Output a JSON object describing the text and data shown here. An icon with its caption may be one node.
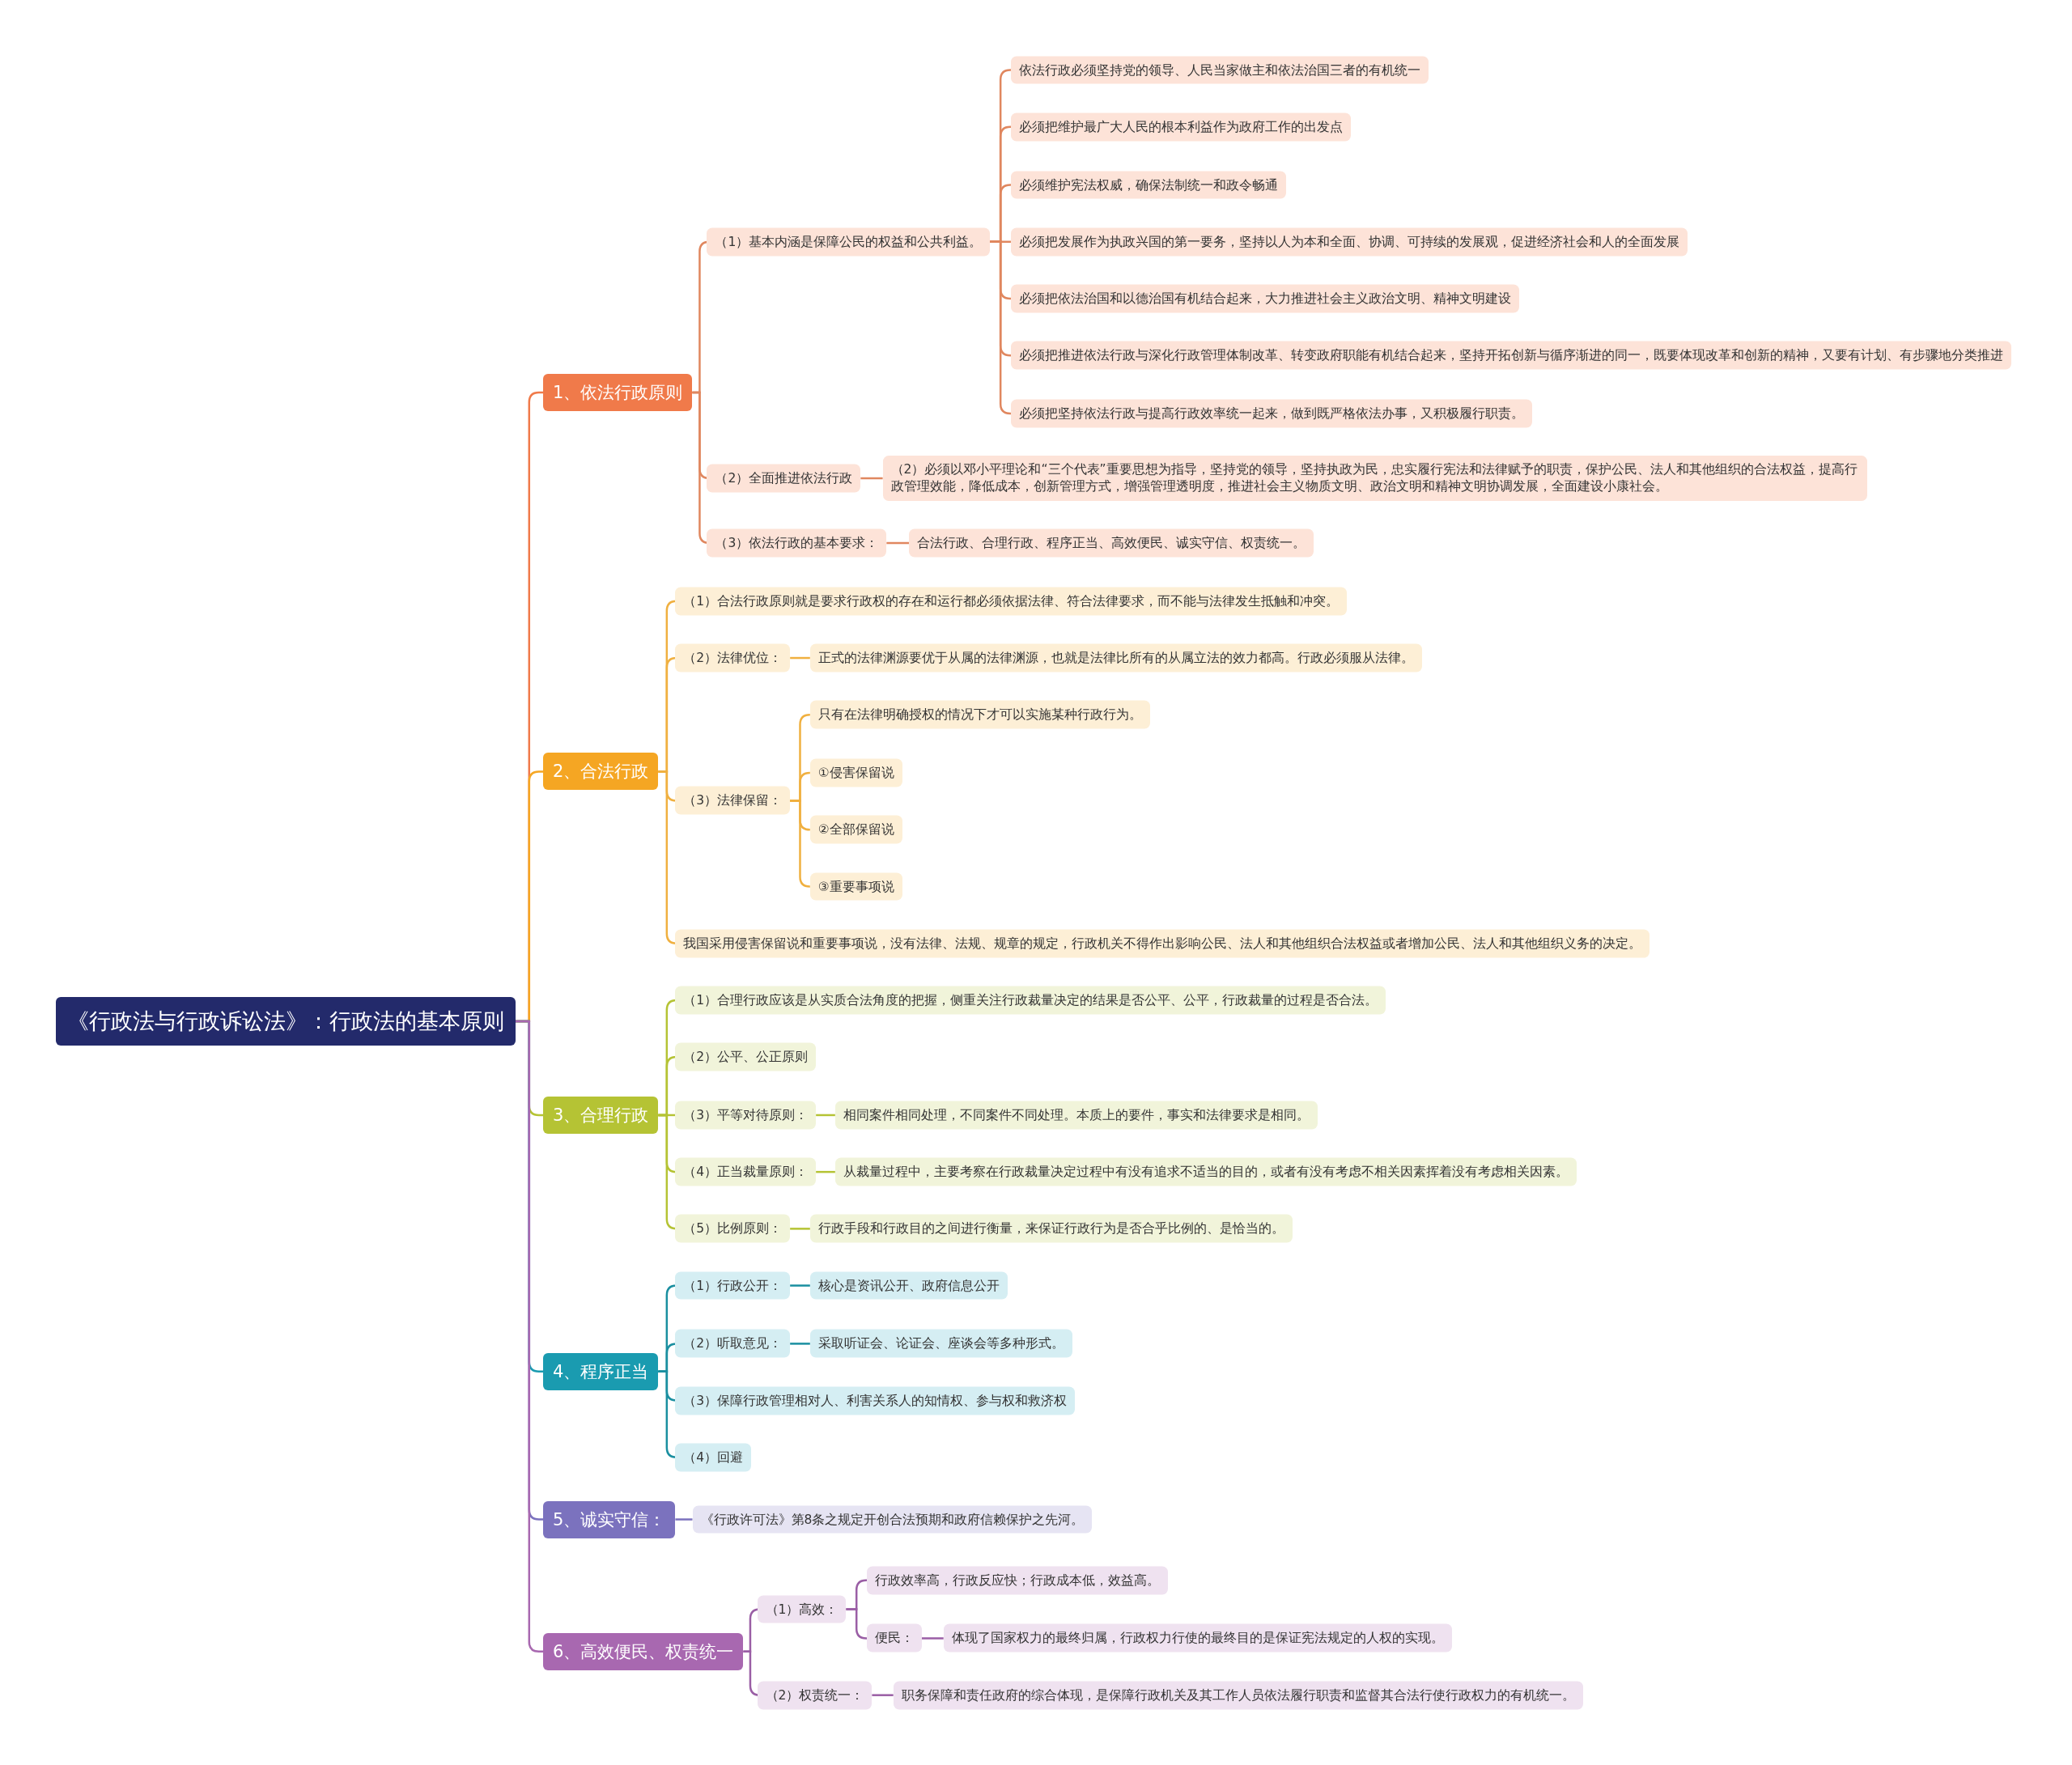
{
  "diagram": {
    "nodes": [
      {
        "text": [
          "《行政法与行政诉讼法》：行政法的基本原则"
        ]
      },
      {
        "text": [
          "1、依法行政原则"
        ]
      },
      {
        "text": [
          "（1）基本内涵是保障公民的权益和公共利益。"
        ]
      },
      {
        "text": [
          "依法行政必须坚持党的领导、人民当家做主和依法治国三者的有机统一"
        ]
      },
      {
        "text": [
          "必须把维护最广大人民的根本利益作为政府工作的出发点"
        ]
      },
      {
        "text": [
          "必须维护宪法权威，确保法制统一和政令畅通"
        ]
      },
      {
        "text": [
          "必须把发展作为执政兴国的第一要务，坚持以人为本和全面、协调、可持续的发展观，促进经济社会和人的全面发展"
        ]
      },
      {
        "text": [
          "必须把依法治国和以德治国有机结合起来，大力推进社会主义政治文明、精神文明建设"
        ]
      },
      {
        "text": [
          "必须把推进依法行政与深化行政管理体制改革、转变政府职能有机结合起来，坚持开拓创新与循序渐进的同一，既要体现改革和创新的精神，又要有计划、有步骤地分类推进"
        ]
      },
      {
        "text": [
          "必须把坚持依法行政与提高行政效率统一起来，做到既严格依法办事，又积极履行职责。"
        ]
      },
      {
        "text": [
          "（2）全面推进依法行政"
        ]
      },
      {
        "text": [
          "（2）必须以邓小平理论和“三个代表”重要思想为指导，坚持党的领导，坚持执政为民，忠实履行宪法和法律赋予的职责，保护公民、法人和其他组织的合法权益，提高行政管理效能，降低成本，创新管理方式，增强管理透明度，推进社会主义物质文明、政治文明和精神文明协调发展，全面建设小康社会。"
        ]
      },
      {
        "text": [
          "（3）依法行政的基本要求："
        ]
      },
      {
        "text": [
          "合法行政、合理行政、程序正当、高效便民、诚实守信、权责统一。"
        ]
      },
      {
        "text": [
          "2、合法行政"
        ]
      },
      {
        "text": [
          "（1）合法行政原则就是要求行政权的存在和运行都必须依据法律、符合法律要求，而不能与法律发生抵触和冲突。"
        ]
      },
      {
        "text": [
          "（2）法律优位："
        ]
      },
      {
        "text": [
          "正式的法律渊源要优于从属的法律渊源，也就是法律比所有的从属立法的效力都高。行政必须服从法律。"
        ]
      },
      {
        "text": [
          "（3）法律保留："
        ]
      },
      {
        "text": [
          "只有在法律明确授权的情况下才可以实施某种行政行为。"
        ]
      },
      {
        "text": [
          "①侵害保留说"
        ]
      },
      {
        "text": [
          "②全部保留说"
        ]
      },
      {
        "text": [
          "③重要事项说"
        ]
      },
      {
        "text": [
          "我国采用侵害保留说和重要事项说，没有法律、法规、规章的规定，行政机关不得作出影响公民、法人和其他组织合法权益或者增加公民、法人和其他组织义务的决定。"
        ]
      },
      {
        "text": [
          "3、合理行政"
        ]
      },
      {
        "text": [
          "（1）合理行政应该是从实质合法角度的把握，侧重关注行政裁量决定的结果是否公平、公平，行政裁量的过程是否合法。"
        ]
      },
      {
        "text": [
          "（2）公平、公正原则"
        ]
      },
      {
        "text": [
          "（3）平等对待原则："
        ]
      },
      {
        "text": [
          "相同案件相同处理，不同案件不同处理。本质上的要件，事实和法律要求是相同。"
        ]
      },
      {
        "text": [
          "（4）正当裁量原则："
        ]
      },
      {
        "text": [
          "从裁量过程中，主要考察在行政裁量决定过程中有没有追求不适当的目的，或者有没有考虑不相关因素挥着没有考虑相关因素。"
        ]
      },
      {
        "text": [
          "（5）比例原则："
        ]
      },
      {
        "text": [
          "行政手段和行政目的之间进行衡量，来保证行政行为是否合乎比例的、是恰当的。"
        ]
      },
      {
        "text": [
          "4、程序正当"
        ]
      },
      {
        "text": [
          "（1）行政公开："
        ]
      },
      {
        "text": [
          "核心是资讯公开、政府信息公开"
        ]
      },
      {
        "text": [
          "（2）听取意见："
        ]
      },
      {
        "text": [
          "采取听证会、论证会、座谈会等多种形式。"
        ]
      },
      {
        "text": [
          "（3）保障行政管理相对人、利害关系人的知情权、参与权和救济权"
        ]
      },
      {
        "text": [
          "（4）回避"
        ]
      },
      {
        "text": [
          "5、诚实守信："
        ]
      },
      {
        "text": [
          "《行政许可法》第8条之规定开创合法预期和政府信赖保护之先河。"
        ]
      },
      {
        "text": [
          "6、高效便民、权责统一"
        ]
      },
      {
        "text": [
          "（1）高效："
        ]
      },
      {
        "text": [
          "行政效率高，行政反应快；行政成本低，效益高。"
        ]
      },
      {
        "text": [
          "便民："
        ]
      },
      {
        "text": [
          "体现了国家权力的最终归属，行政权力行使的最终目的是保证宪法规定的人权的实现。"
        ]
      },
      {
        "text": [
          "（2）权责统一："
        ]
      },
      {
        "text": [
          "职务保障和责任政府的综合体现，是保障行政机关及其工作人员依法履行职责和监督其合法行使行政权力的有机统一。"
        ]
      }
    ],
    "edges": [
      {
        "from": 0,
        "to": 1,
        "arrow": "none",
        "color": "#f07a4a"
      },
      {
        "from": 0,
        "to": 14,
        "arrow": "none",
        "color": "#f5a623"
      },
      {
        "from": 0,
        "to": 24,
        "arrow": "none",
        "color": "#b5c334"
      },
      {
        "from": 0,
        "to": 33,
        "arrow": "none",
        "color": "#1a9bb0"
      },
      {
        "from": 0,
        "to": 40,
        "arrow": "none",
        "color": "#7b72be"
      },
      {
        "from": 0,
        "to": 42,
        "arrow": "none",
        "color": "#a868b0"
      },
      {
        "from": 1,
        "to": 2,
        "arrow": "none",
        "color": "#e0875f"
      },
      {
        "from": 1,
        "to": 10,
        "arrow": "none",
        "color": "#e0875f"
      },
      {
        "from": 1,
        "to": 12,
        "arrow": "none",
        "color": "#e0875f"
      },
      {
        "from": 2,
        "to": 3,
        "arrow": "none",
        "color": "#e0875f"
      },
      {
        "from": 2,
        "to": 4,
        "arrow": "none",
        "color": "#e0875f"
      },
      {
        "from": 2,
        "to": 5,
        "arrow": "none",
        "color": "#e0875f"
      },
      {
        "from": 2,
        "to": 6,
        "arrow": "none",
        "color": "#e0875f"
      },
      {
        "from": 2,
        "to": 7,
        "arrow": "none",
        "color": "#e0875f"
      },
      {
        "from": 2,
        "to": 8,
        "arrow": "none",
        "color": "#e0875f"
      },
      {
        "from": 2,
        "to": 9,
        "arrow": "none",
        "color": "#e0875f"
      },
      {
        "from": 10,
        "to": 11,
        "arrow": "none",
        "color": "#e0875f"
      },
      {
        "from": 12,
        "to": 13,
        "arrow": "none",
        "color": "#e0875f"
      },
      {
        "from": 14,
        "to": 15,
        "arrow": "none",
        "color": "#f0b040"
      },
      {
        "from": 14,
        "to": 16,
        "arrow": "none",
        "color": "#f0b040"
      },
      {
        "from": 14,
        "to": 18,
        "arrow": "none",
        "color": "#f0b040"
      },
      {
        "from": 14,
        "to": 23,
        "arrow": "none",
        "color": "#f0b040"
      },
      {
        "from": 16,
        "to": 17,
        "arrow": "none",
        "color": "#f0b040"
      },
      {
        "from": 18,
        "to": 19,
        "arrow": "none",
        "color": "#f0b040"
      },
      {
        "from": 18,
        "to": 20,
        "arrow": "none",
        "color": "#f0b040"
      },
      {
        "from": 18,
        "to": 21,
        "arrow": "none",
        "color": "#f0b040"
      },
      {
        "from": 18,
        "to": 22,
        "arrow": "none",
        "color": "#f0b040"
      },
      {
        "from": 24,
        "to": 25,
        "arrow": "none",
        "color": "#b5c334"
      },
      {
        "from": 24,
        "to": 26,
        "arrow": "none",
        "color": "#b5c334"
      },
      {
        "from": 24,
        "to": 27,
        "arrow": "none",
        "color": "#b5c334"
      },
      {
        "from": 24,
        "to": 29,
        "arrow": "none",
        "color": "#b5c334"
      },
      {
        "from": 24,
        "to": 31,
        "arrow": "none",
        "color": "#b5c334"
      },
      {
        "from": 27,
        "to": 28,
        "arrow": "none",
        "color": "#b5c334"
      },
      {
        "from": 29,
        "to": 30,
        "arrow": "none",
        "color": "#b5c334"
      },
      {
        "from": 31,
        "to": 32,
        "arrow": "none",
        "color": "#b5c334"
      },
      {
        "from": 33,
        "to": 34,
        "arrow": "none",
        "color": "#1a8fa0"
      },
      {
        "from": 33,
        "to": 36,
        "arrow": "none",
        "color": "#1a8fa0"
      },
      {
        "from": 33,
        "to": 38,
        "arrow": "none",
        "color": "#1a8fa0"
      },
      {
        "from": 33,
        "to": 39,
        "arrow": "none",
        "color": "#1a8fa0"
      },
      {
        "from": 34,
        "to": 35,
        "arrow": "none",
        "color": "#1a8fa0"
      },
      {
        "from": 36,
        "to": 37,
        "arrow": "none",
        "color": "#1a8fa0"
      },
      {
        "from": 40,
        "to": 41,
        "arrow": "none",
        "color": "#7b72be"
      },
      {
        "from": 42,
        "to": 43,
        "arrow": "none",
        "color": "#9a5ea5"
      },
      {
        "from": 42,
        "to": 47,
        "arrow": "none",
        "color": "#9a5ea5"
      },
      {
        "from": 43,
        "to": 44,
        "arrow": "none",
        "color": "#9a5ea5"
      },
      {
        "from": 43,
        "to": 45,
        "arrow": "none",
        "color": "#9a5ea5"
      },
      {
        "from": 45,
        "to": 46,
        "arrow": "none",
        "color": "#9a5ea5"
      },
      {
        "from": 47,
        "to": 48,
        "arrow": "none",
        "color": "#9a5ea5"
      }
    ]
  }
}
